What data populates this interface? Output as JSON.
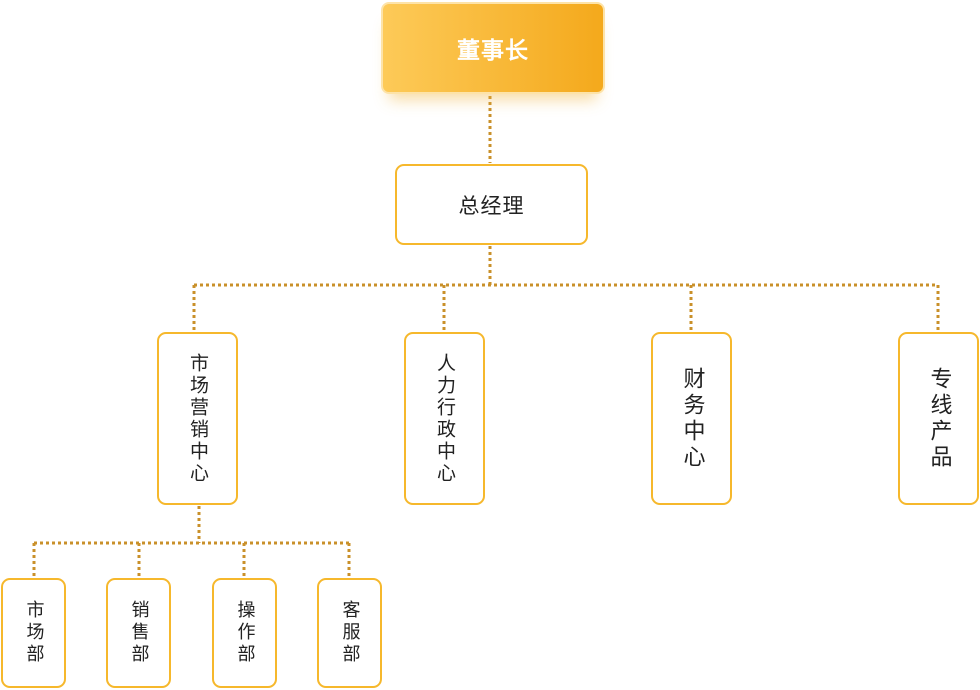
{
  "chairman": "董事长",
  "general_manager": "总经理",
  "centers": [
    {
      "label": "市场营销中心"
    },
    {
      "label": "人力行政中心"
    },
    {
      "label": "财务中心"
    },
    {
      "label": "专线产品"
    }
  ],
  "marketing_departments": [
    {
      "label": "市场部"
    },
    {
      "label": "销售部"
    },
    {
      "label": "操作部"
    },
    {
      "label": "客服部"
    }
  ],
  "colors": {
    "root_gradient_start": "#fdca58",
    "root_gradient_end": "#f4a91c",
    "node_border": "#f6b82c",
    "connector": "#c9902a",
    "root_text": "#ffffff",
    "node_text": "#222222"
  }
}
